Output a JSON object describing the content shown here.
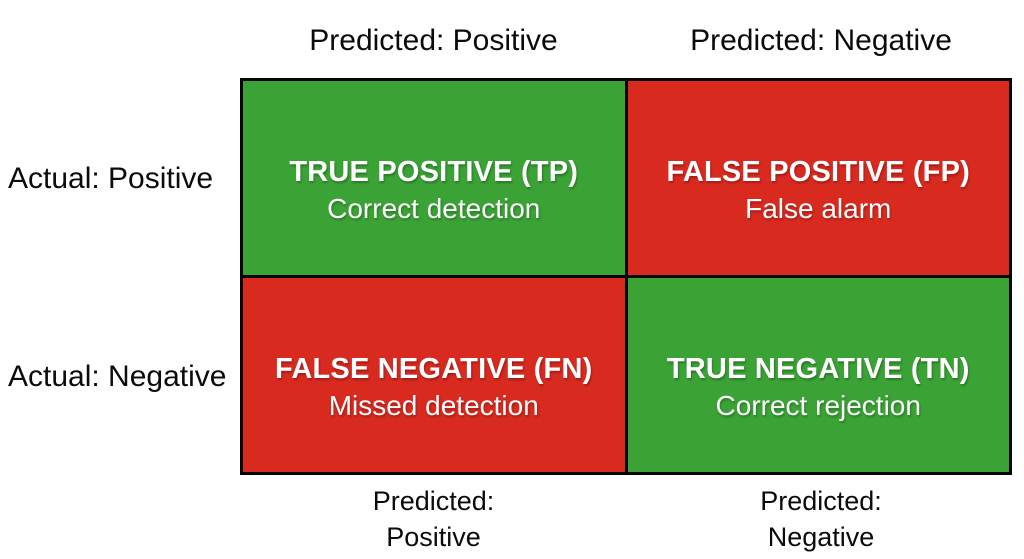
{
  "diagram": {
    "type": "confusion-matrix",
    "colors": {
      "true_cell": "#3ba336",
      "false_cell": "#d92a20",
      "border": "#050505",
      "background": "#ffffff",
      "cell_text": "#ffffff",
      "label_text": "#0b0b0b"
    },
    "top_headers": [
      {
        "label": "Predicted: Positive"
      },
      {
        "label": "Predicted: Negative"
      }
    ],
    "row_labels": [
      {
        "label": "Actual: Positive"
      },
      {
        "label": "Actual: Negative"
      }
    ],
    "cells": [
      {
        "id": "tp",
        "title": "TRUE POSITIVE (TP)",
        "subtitle": "Correct detection",
        "color": "green"
      },
      {
        "id": "fp",
        "title": "FALSE POSITIVE (FP)",
        "subtitle": "False alarm",
        "color": "red"
      },
      {
        "id": "fn",
        "title": "FALSE NEGATIVE (FN)",
        "subtitle": "Missed detection",
        "color": "red"
      },
      {
        "id": "tn",
        "title": "TRUE NEGATIVE (TN)",
        "subtitle": "Correct rejection",
        "color": "green"
      }
    ],
    "bottom_labels": [
      {
        "line1": "Predicted:",
        "line2": "Positive"
      },
      {
        "line1": "Predicted:",
        "line2": "Negative"
      }
    ]
  }
}
